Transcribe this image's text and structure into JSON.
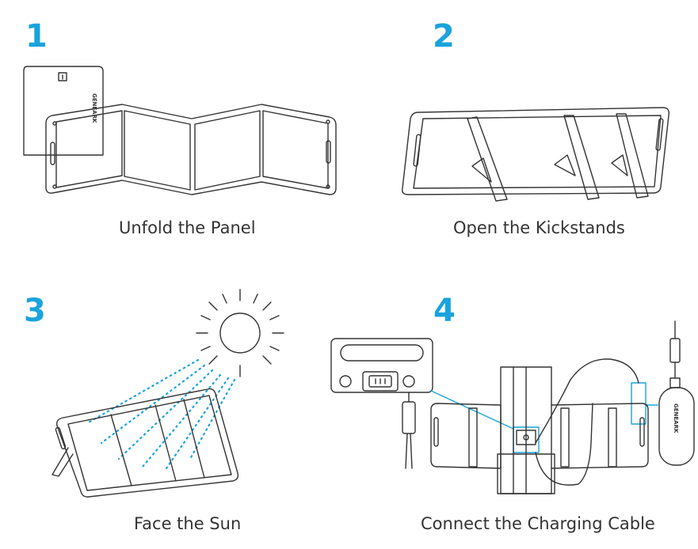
{
  "colors": {
    "accent": "#1aa3dc",
    "line": "#333333",
    "fill": "#ffffff"
  },
  "steps": [
    {
      "number": "1",
      "caption": "Unfold the Panel"
    },
    {
      "number": "2",
      "caption": "Open the Kickstands"
    },
    {
      "number": "3",
      "caption": "Face the Sun"
    },
    {
      "number": "4",
      "caption": "Connect the Charging Cable"
    }
  ],
  "brand_text": "GENEARK",
  "icons": [
    "folded-panel-icon",
    "unfolded-panel-icon",
    "kickstand-panel-icon",
    "sun-icon",
    "tilted-panel-icon",
    "ac-inlet-icon",
    "power-station-icon",
    "connector-icon"
  ]
}
